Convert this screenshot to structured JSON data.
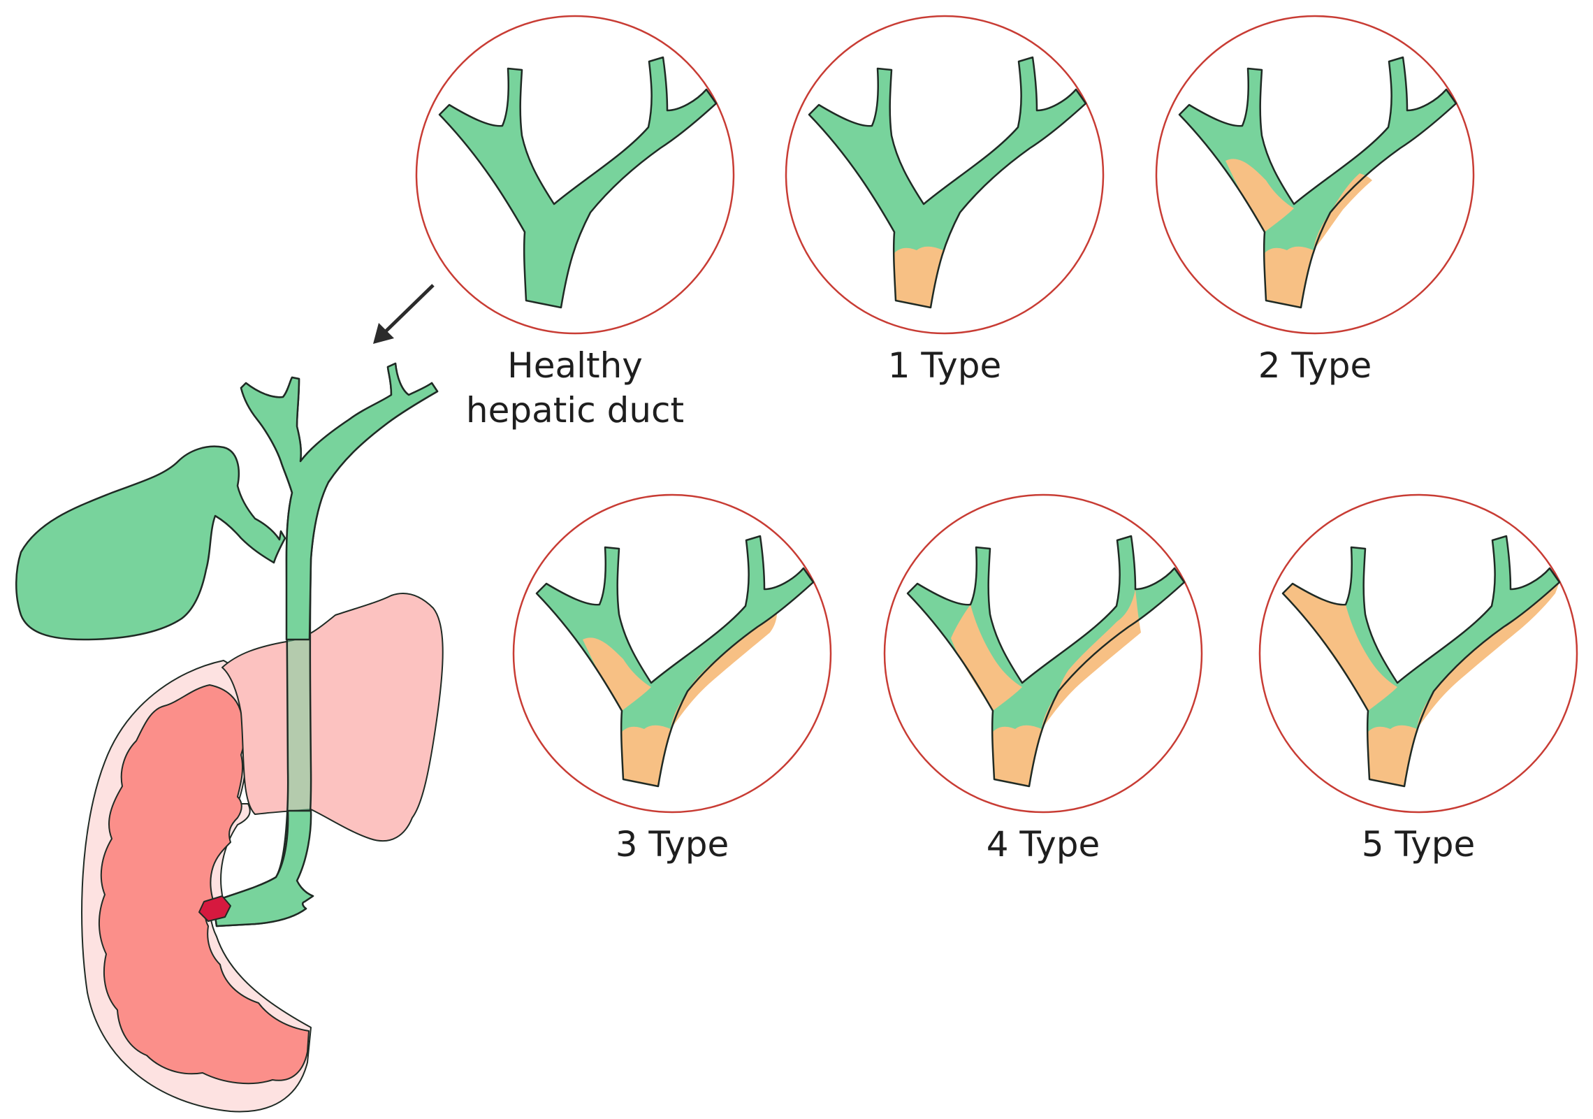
{
  "colors": {
    "duct_fill": "#78d39c",
    "duct_stroke": "#1f2a24",
    "stricture_fill": "#f7c084",
    "circle_stroke": "#c83c34",
    "pancreas_fill": "#fcc2c0",
    "duodenum_fill": "#fb8f8a",
    "duodenum_wall": "#fde2e1",
    "stone_fill": "#d6193f",
    "arrow": "#2b2b2b",
    "text": "#1e1e1e"
  },
  "panels": [
    {
      "id": "healthy",
      "label_lines": [
        "Healthy",
        "hepatic duct"
      ],
      "stricture_type": 0
    },
    {
      "id": "type1",
      "label_lines": [
        "1 Type"
      ],
      "stricture_type": 1
    },
    {
      "id": "type2",
      "label_lines": [
        "2 Type"
      ],
      "stricture_type": 2
    },
    {
      "id": "type3",
      "label_lines": [
        "3 Type"
      ],
      "stricture_type": 3
    },
    {
      "id": "type4",
      "label_lines": [
        "4 Type"
      ],
      "stricture_type": 4
    },
    {
      "id": "type5",
      "label_lines": [
        "5 Type"
      ],
      "stricture_type": 5
    }
  ],
  "anatomy_icons": [
    "gallbladder-icon",
    "bile-duct-icon",
    "pancreas-icon",
    "duodenum-icon",
    "stone-icon"
  ]
}
